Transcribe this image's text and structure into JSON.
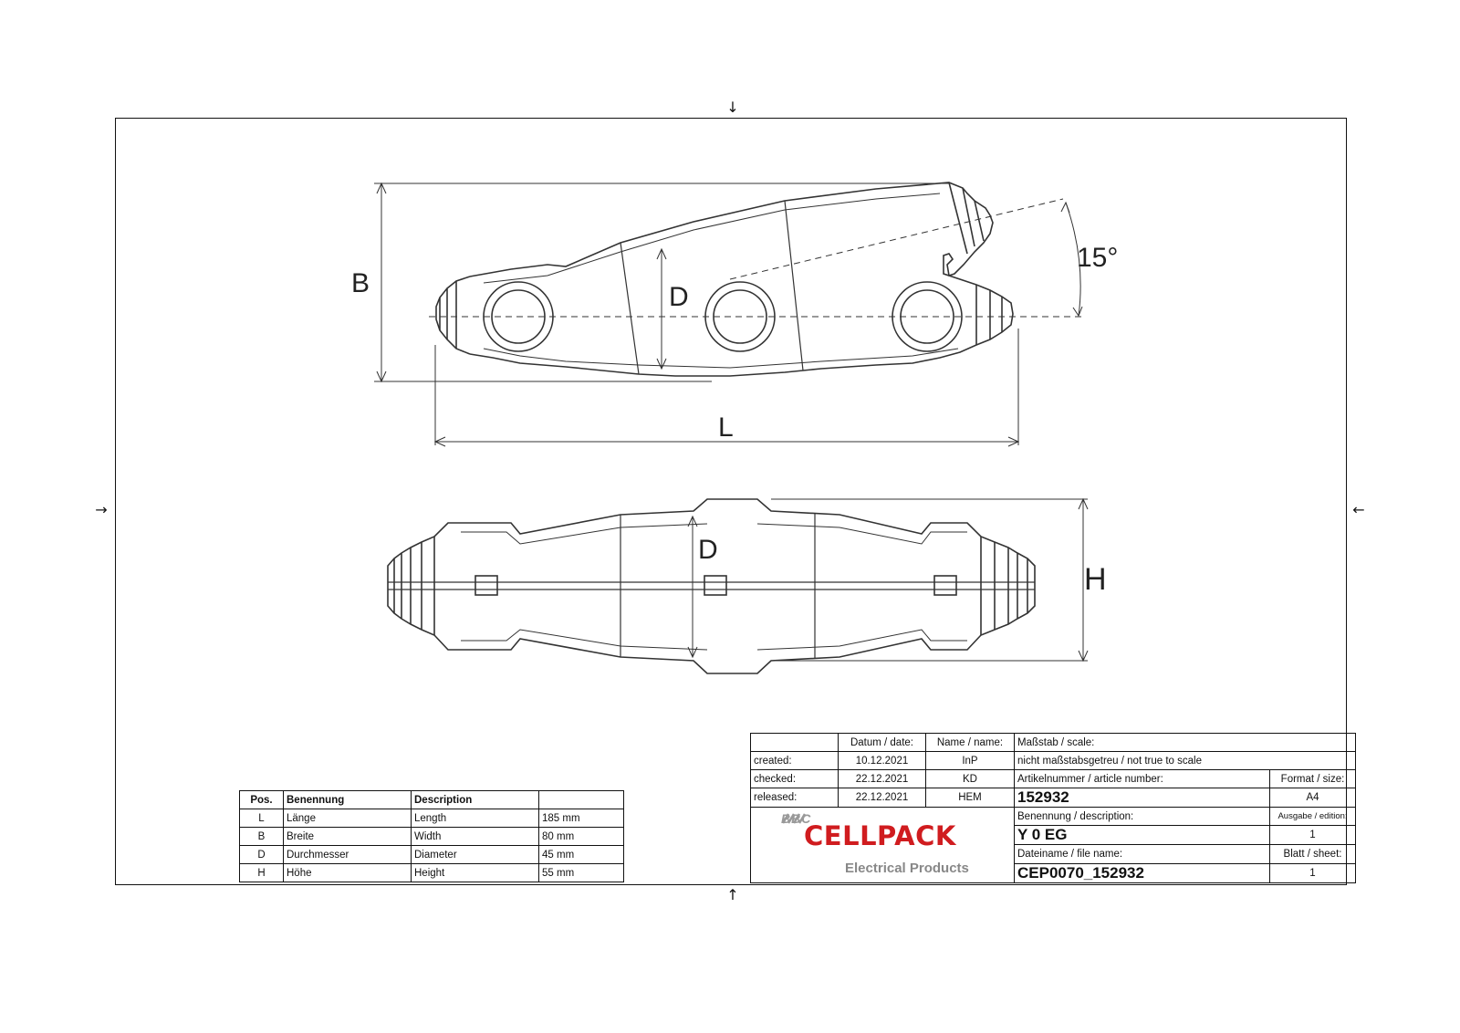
{
  "dimension_labels": {
    "B": "B",
    "D_top": "D",
    "L": "L",
    "angle": "15°",
    "D_bottom": "D",
    "H": "H"
  },
  "parts_table": {
    "headers": [
      "Pos.",
      "Benennung",
      "Description",
      ""
    ],
    "rows": [
      {
        "pos": "L",
        "benennung": "Länge",
        "description": "Length",
        "value": "185 mm"
      },
      {
        "pos": "B",
        "benennung": "Breite",
        "description": "Width",
        "value": "80 mm"
      },
      {
        "pos": "D",
        "benennung": "Durchmesser",
        "description": "Diameter",
        "value": "45 mm"
      },
      {
        "pos": "H",
        "benennung": "Höhe",
        "description": "Height",
        "value": "55 mm"
      }
    ]
  },
  "title_block": {
    "date_header": "Datum / date:",
    "name_header": "Name / name:",
    "scale_label": "Maßstab / scale:",
    "scale_value": "nicht maßstabsgetreu / not true to scale",
    "created_label": "created:",
    "created_date": "10.12.2021",
    "created_name": "InP",
    "checked_label": "checked:",
    "checked_date": "22.12.2021",
    "checked_name": "KD",
    "released_label": "released:",
    "released_date": "22.12.2021",
    "released_name": "HEM",
    "article_label": "Artikelnummer / article number:",
    "article_value": "152932",
    "format_label": "Format / size:",
    "format_value": "A4",
    "description_label": "Benennung / description:",
    "description_value": "Y 0 EG",
    "edition_label": "Ausgabe / edition:",
    "edition_value": "1",
    "filename_label": "Dateiname / file name:",
    "filename_value": "CEP0070_152932",
    "sheet_label": "Blatt / sheet:",
    "sheet_value": "1"
  },
  "logo": {
    "prefix": "BBC",
    "brand": "CELLPACK",
    "tagline": "Electrical Products",
    "brand_color": "#d01c1f"
  }
}
